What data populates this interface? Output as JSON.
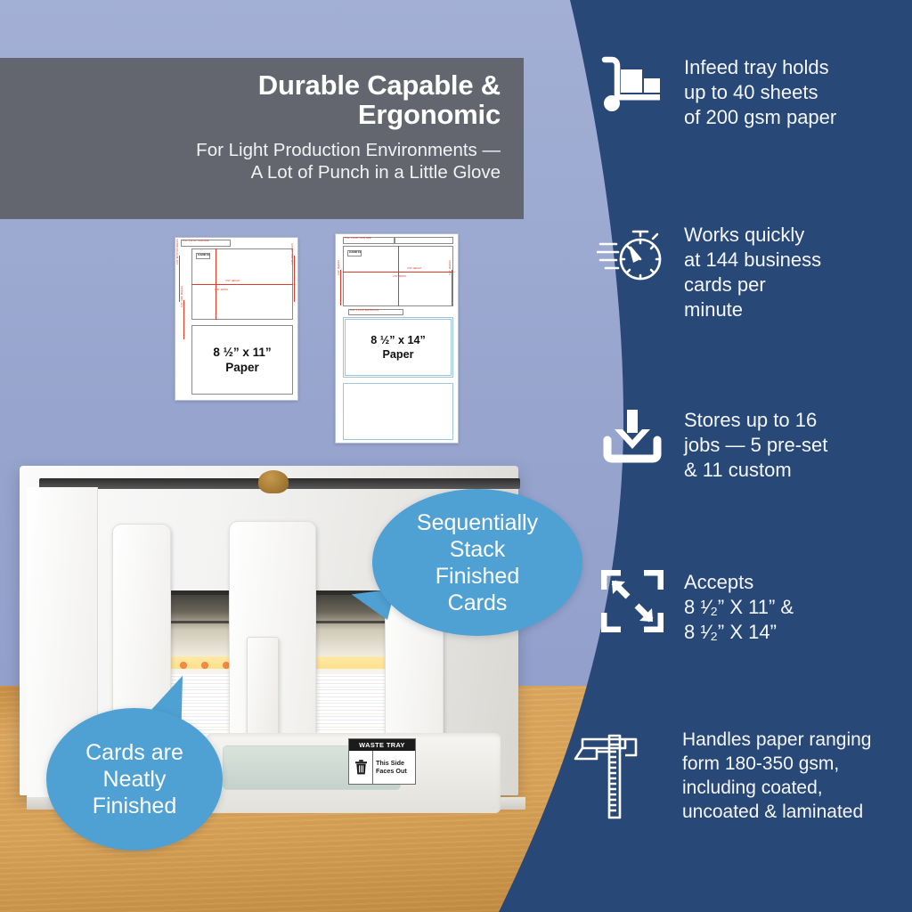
{
  "header": {
    "title_line1": "Durable Capable &",
    "title_line2": "Ergonomic",
    "subtitle_line1": "For Light Production Environments —",
    "subtitle_line2": "A Lot of Punch in a Little Glove"
  },
  "paper_samples": [
    {
      "id": "letter",
      "label_line1": "8 ½” x 11”",
      "label_line2": "Paper"
    },
    {
      "id": "legal",
      "label_line1": "8 ½” x 14”",
      "label_line2": "Paper"
    }
  ],
  "callouts": [
    {
      "id": "stack",
      "lines": [
        "Sequentially",
        "Stack",
        "Finished",
        "Cards"
      ]
    },
    {
      "id": "finish",
      "lines": [
        "Cards are",
        "Neatly",
        "Finished"
      ]
    }
  ],
  "machine": {
    "waste_tray": {
      "title": "WASTE TRAY",
      "line1": "This Side",
      "line2": "Faces Out",
      "icon": "trash-can-icon"
    }
  },
  "features": [
    {
      "icon": "hand-truck-icon",
      "lines": [
        "Infeed tray holds",
        "up to 40 sheets",
        "of 200 gsm paper"
      ]
    },
    {
      "icon": "stopwatch-icon",
      "lines": [
        "Works quickly",
        "at 144 business",
        "cards per",
        "minute"
      ]
    },
    {
      "icon": "download-icon",
      "lines": [
        "Stores up to 16",
        "jobs — 5 pre-set",
        "& 11 custom"
      ]
    },
    {
      "icon": "resize-expand-icon",
      "lines": [
        "Accepts",
        "8 ¹⁄₂” X 11” &",
        "8 ¹⁄₂” X 14”"
      ]
    },
    {
      "icon": "caliper-icon",
      "lines": [
        "Handles paper ranging",
        "form 180-350 gsm,",
        "including coated,",
        "uncoated & laminated"
      ]
    }
  ],
  "colors": {
    "panel_blue": "#284878",
    "background_periwinkle": "#97a5ce",
    "header_grey": "#63666e",
    "bubble_blue": "#4fa0d3",
    "desk_wood": "#d9a358",
    "annotation_red": "#e03a25"
  }
}
